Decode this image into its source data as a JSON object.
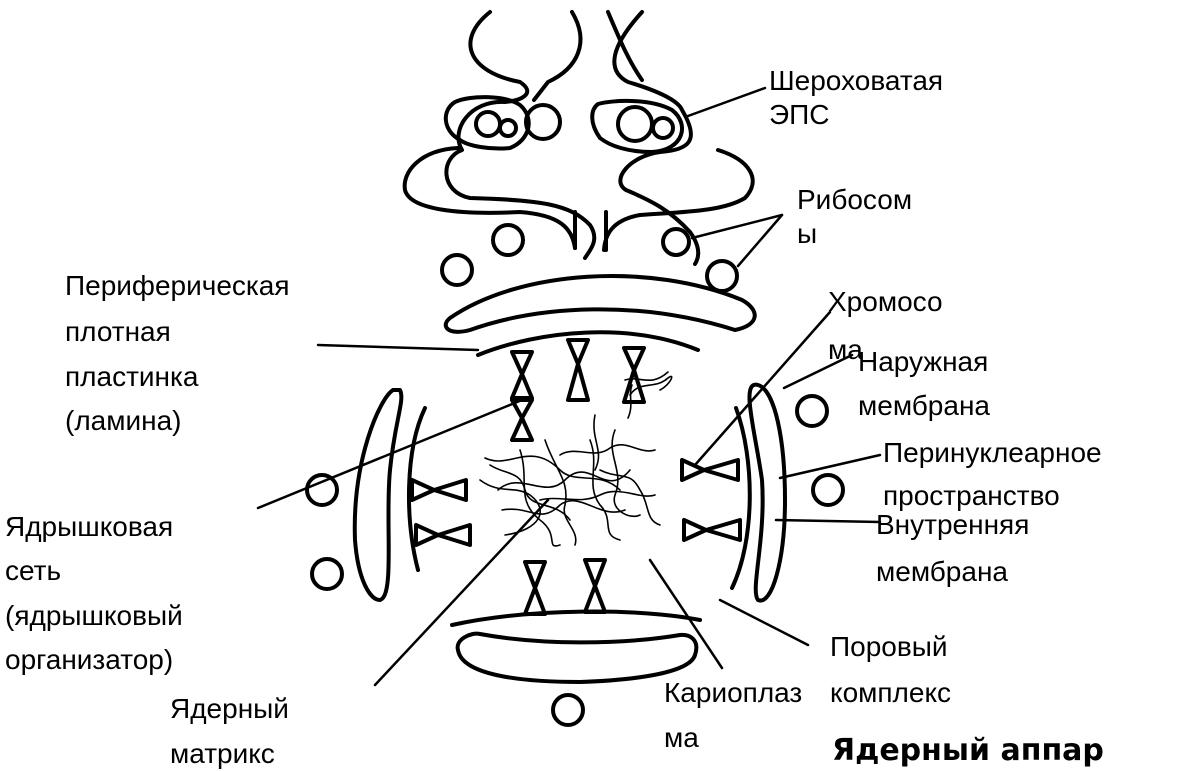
{
  "labels": {
    "rough_er": [
      "Шероховатая",
      "ЭПС"
    ],
    "ribosomes": [
      "Рибосом",
      "ы"
    ],
    "peripheral_lamina": [
      "Периферическая",
      "плотная",
      "пластинка",
      "(ламина)"
    ],
    "chromosome": [
      "Хромосо",
      "ма"
    ],
    "outer_membrane": [
      "Наружная",
      "мембрана"
    ],
    "perinuclear_space": [
      "Перинуклеарное",
      "пространство"
    ],
    "inner_membrane": [
      "Внутренняя",
      "мембрана"
    ],
    "nucleolar_network": [
      "Ядрышковая",
      "сеть",
      "(ядрышковый",
      "организатор)"
    ],
    "pore_complex": [
      "Поровый",
      "комплекс"
    ],
    "karyoplasm": [
      "Кариоплаз",
      "ма"
    ],
    "nuclear_matrix": [
      "Ядерный",
      "матрикс"
    ]
  },
  "title": "Ядерный аппар"
}
